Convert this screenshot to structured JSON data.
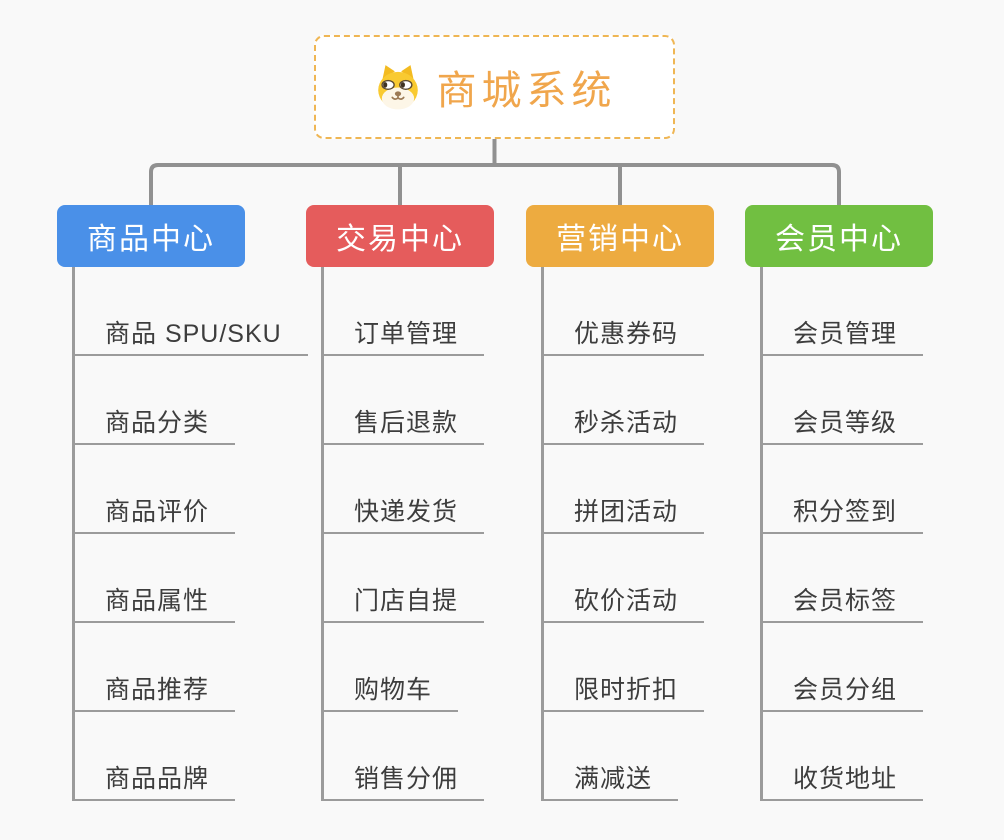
{
  "root": {
    "label": "商城系统",
    "icon": "dog-face-icon",
    "text_color": "#f0a64c",
    "border_color": "#efb654",
    "background": "#ffffff"
  },
  "connector_color": "#919191",
  "line_color": "#9b9b9b",
  "background_color": "#f9f9f9",
  "branches": [
    {
      "label": "商品中心",
      "color": "#4a90e8",
      "items": [
        "商品 SPU/SKU",
        "商品分类",
        "商品评价",
        "商品属性",
        "商品推荐",
        "商品品牌"
      ]
    },
    {
      "label": "交易中心",
      "color": "#e55c5c",
      "items": [
        "订单管理",
        "售后退款",
        "快递发货",
        "门店自提",
        "购物车",
        "销售分佣"
      ]
    },
    {
      "label": "营销中心",
      "color": "#edab40",
      "items": [
        "优惠券码",
        "秒杀活动",
        "拼团活动",
        "砍价活动",
        "限时折扣",
        "满减送"
      ]
    },
    {
      "label": "会员中心",
      "color": "#71bf41",
      "items": [
        "会员管理",
        "会员等级",
        "积分签到",
        "会员标签",
        "会员分组",
        "收货地址"
      ]
    }
  ]
}
